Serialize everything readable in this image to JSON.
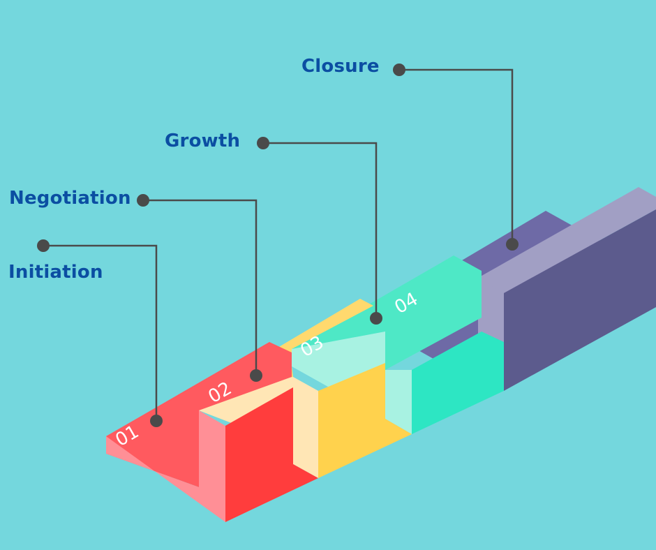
{
  "stages": [
    {
      "number": "01",
      "label": "Initiation",
      "colors": {
        "top": "#ff5a5f",
        "front": "#ff8f96",
        "side": "#ff3d3d"
      }
    },
    {
      "number": "02",
      "label": "Negotiation",
      "colors": {
        "top": "#ffd96e",
        "front": "#ffe6b5",
        "side": "#ffd24d"
      }
    },
    {
      "number": "03",
      "label": "Growth",
      "colors": {
        "top": "#4ee8c6",
        "front": "#a8f2e2",
        "side": "#2de6c3"
      }
    },
    {
      "number": "04",
      "label": "Closure",
      "colors": {
        "top": "#6e6aa6",
        "front": "#a19fc4",
        "side": "#5c5b8d"
      }
    }
  ],
  "colors": {
    "background": "#74d7dd",
    "label_text": "#0b4ea2",
    "connector": "#4a4a4a"
  }
}
